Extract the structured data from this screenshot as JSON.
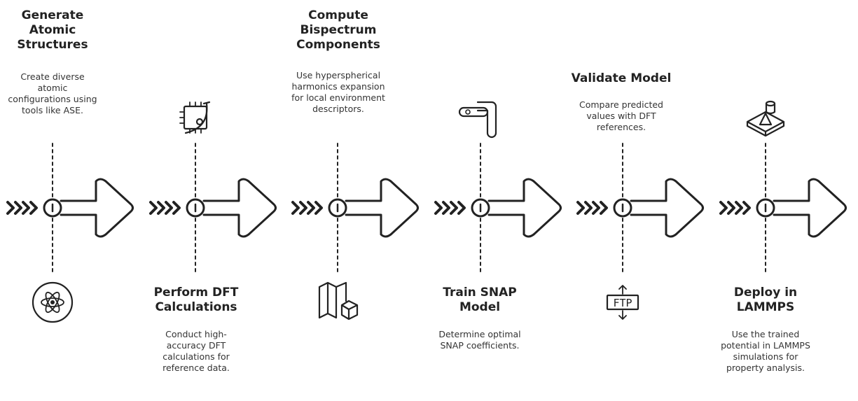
{
  "stages": [
    {
      "title": "Generate Atomic Structures",
      "description": "Create diverse atomic configurations using tools like ASE.",
      "icon": "atom-icon",
      "text_position": "top"
    },
    {
      "title": "Perform DFT Calculations",
      "description": "Conduct high-accuracy DFT calculations for reference data.",
      "icon": "chip-orbit-icon",
      "text_position": "bottom"
    },
    {
      "title": "Compute Bispectrum Components",
      "description": "Use hyperspherical harmonics expansion for local environment descriptors.",
      "icon": "map-cube-icon",
      "text_position": "top"
    },
    {
      "title": "Train SNAP Model",
      "description": "Determine optimal SNAP coefficients.",
      "icon": "pipeline-icon",
      "text_position": "bottom"
    },
    {
      "title": "Validate Model",
      "description": "Compare predicted values with DFT references.",
      "icon": "ftp-icon",
      "text_position": "top"
    },
    {
      "title": "Deploy in LAMMPS",
      "description": "Use the trained potential in LAMMPS simulations for property analysis.",
      "icon": "deploy-platform-icon",
      "text_position": "bottom"
    }
  ],
  "icon_labels": {
    "ftp": "FTP"
  },
  "colors": {
    "stroke": "#222222",
    "text": "#333333",
    "background": "#ffffff"
  }
}
